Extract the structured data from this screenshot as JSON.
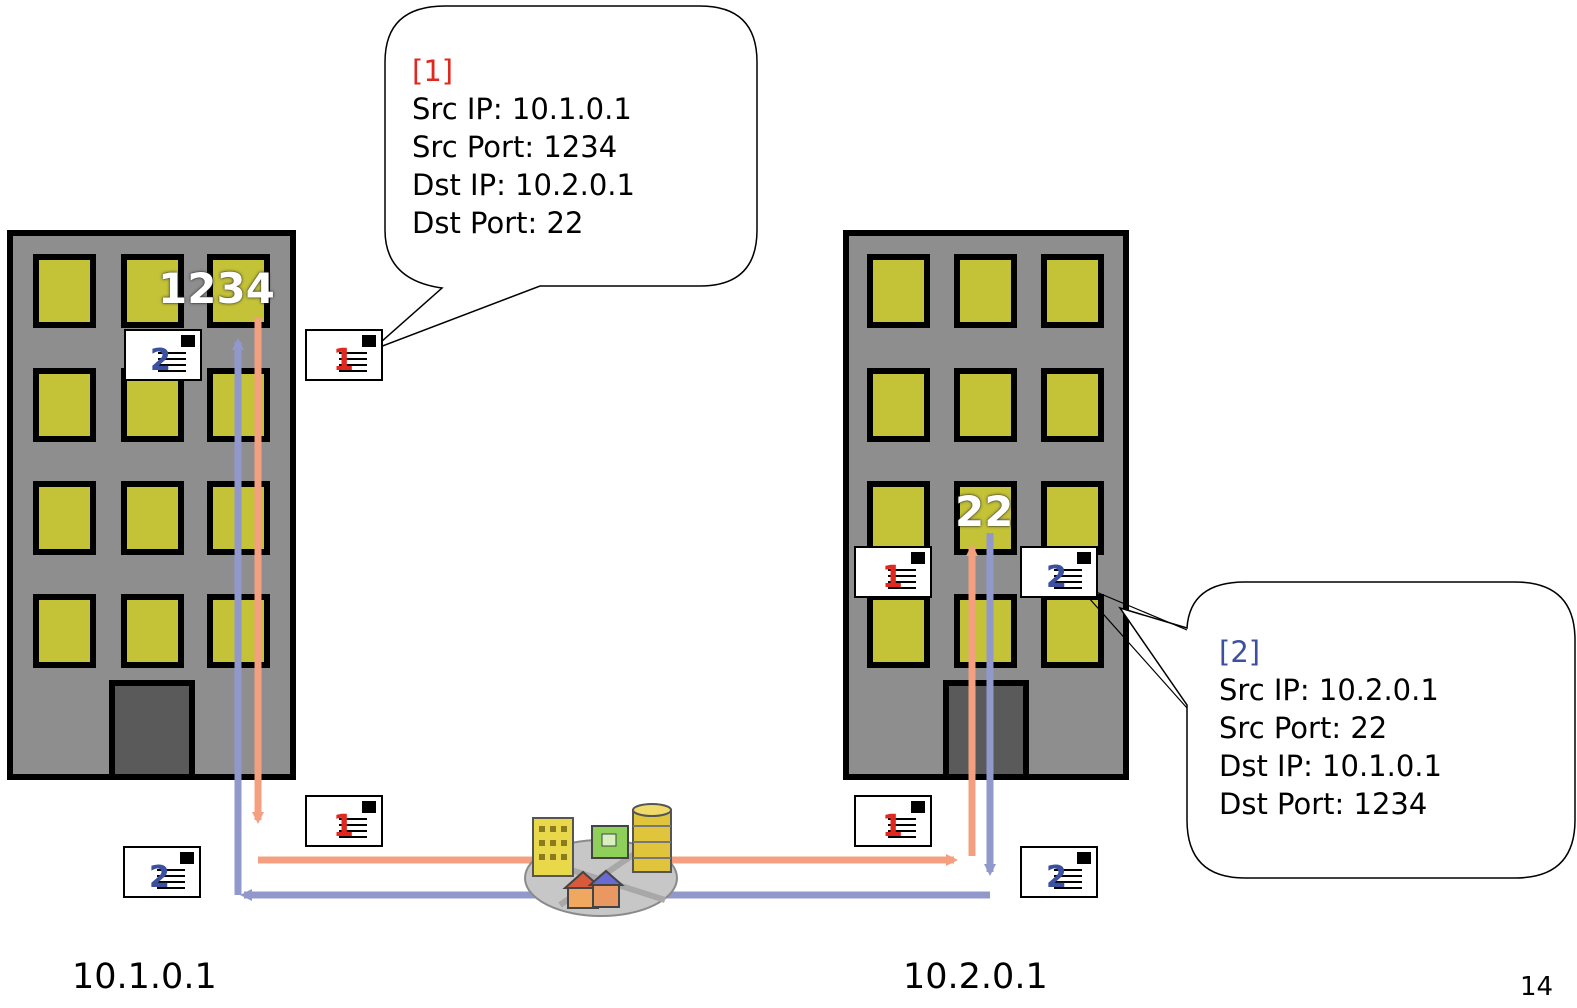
{
  "colors": {
    "red": "#e0281e",
    "blue": "#3c50a0",
    "salmon_arrow": "#f4a080",
    "blue_arrow": "#9098cc",
    "building": "#8e8e8e",
    "window": "#c4c236",
    "door": "#5a5a5a"
  },
  "callout1": {
    "label": "[1]",
    "src_ip": "Src IP: 10.1.0.1",
    "src_port": "Src Port: 1234",
    "dst_ip": "Dst IP: 10.2.0.1",
    "dst_port": "Dst Port: 22"
  },
  "callout2": {
    "label": "[2]",
    "src_ip": "Src IP: 10.2.0.1",
    "src_port": "Src Port: 22",
    "dst_ip": "Dst IP: 10.1.0.1",
    "dst_port": "Dst Port: 1234"
  },
  "host_left": {
    "ip": "10.1.0.1",
    "port": "1234"
  },
  "host_right": {
    "ip": "10.2.0.1",
    "port": "22"
  },
  "packet1_number": "1",
  "packet2_number": "2",
  "slide_number": "14",
  "icons": [
    "building-icon",
    "envelope-icon",
    "city-icon"
  ]
}
